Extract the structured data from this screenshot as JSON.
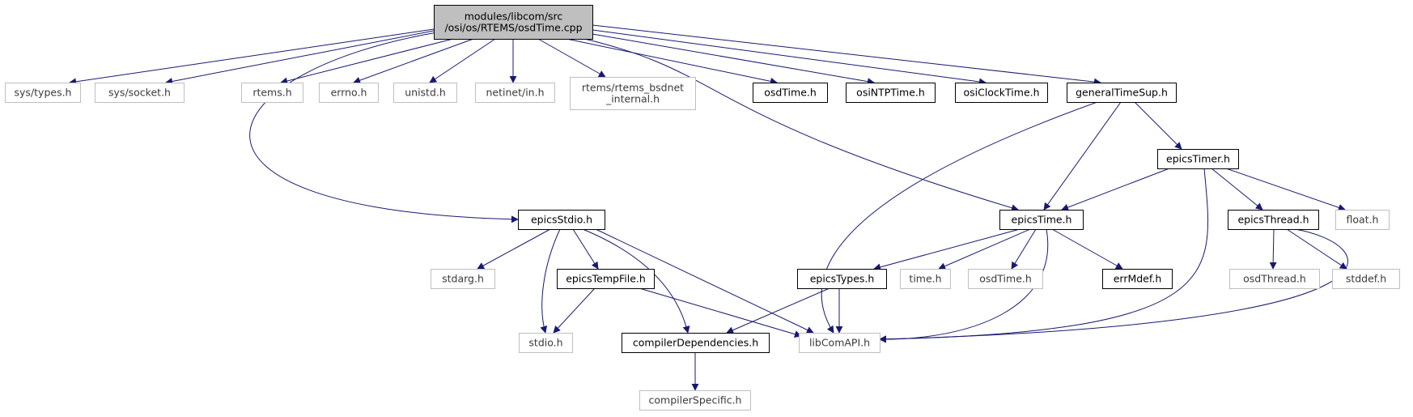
{
  "graph": {
    "colors": {
      "edge": "#191970",
      "root_fill": "#bfbfbf",
      "root_stroke": "#000000",
      "node_stroke": "#000000",
      "external_stroke": "#bfbfbf",
      "fill": "#ffffff"
    },
    "nodes": [
      {
        "id": "root",
        "lines": [
          "modules/libcom/src",
          "/osi/os/RTEMS/osdTime.cpp"
        ],
        "kind": "root"
      },
      {
        "id": "sys_types",
        "lines": [
          "sys/types.h"
        ],
        "kind": "external"
      },
      {
        "id": "sys_socket",
        "lines": [
          "sys/socket.h"
        ],
        "kind": "external"
      },
      {
        "id": "rtems",
        "lines": [
          "rtems.h"
        ],
        "kind": "external"
      },
      {
        "id": "errno",
        "lines": [
          "errno.h"
        ],
        "kind": "external"
      },
      {
        "id": "unistd",
        "lines": [
          "unistd.h"
        ],
        "kind": "external"
      },
      {
        "id": "netinet_in",
        "lines": [
          "netinet/in.h"
        ],
        "kind": "external"
      },
      {
        "id": "rtems_bsdnet",
        "lines": [
          "rtems/rtems_bsdnet",
          "_internal.h"
        ],
        "kind": "external"
      },
      {
        "id": "osdTime_h",
        "lines": [
          "osdTime.h"
        ],
        "kind": "internal"
      },
      {
        "id": "osiNTPTime",
        "lines": [
          "osiNTPTime.h"
        ],
        "kind": "internal"
      },
      {
        "id": "osiClockTime",
        "lines": [
          "osiClockTime.h"
        ],
        "kind": "internal"
      },
      {
        "id": "generalTimeSup",
        "lines": [
          "generalTimeSup.h"
        ],
        "kind": "internal"
      },
      {
        "id": "epicsTimer",
        "lines": [
          "epicsTimer.h"
        ],
        "kind": "internal"
      },
      {
        "id": "epicsStdio",
        "lines": [
          "epicsStdio.h"
        ],
        "kind": "internal"
      },
      {
        "id": "epicsTime",
        "lines": [
          "epicsTime.h"
        ],
        "kind": "internal"
      },
      {
        "id": "epicsThread",
        "lines": [
          "epicsThread.h"
        ],
        "kind": "internal"
      },
      {
        "id": "float",
        "lines": [
          "float.h"
        ],
        "kind": "external"
      },
      {
        "id": "stdarg",
        "lines": [
          "stdarg.h"
        ],
        "kind": "external"
      },
      {
        "id": "epicsTempFile",
        "lines": [
          "epicsTempFile.h"
        ],
        "kind": "internal"
      },
      {
        "id": "epicsTypes",
        "lines": [
          "epicsTypes.h"
        ],
        "kind": "internal"
      },
      {
        "id": "time",
        "lines": [
          "time.h"
        ],
        "kind": "external"
      },
      {
        "id": "osdTime_ext",
        "lines": [
          "osdTime.h"
        ],
        "kind": "external"
      },
      {
        "id": "errMdef",
        "lines": [
          "errMdef.h"
        ],
        "kind": "internal"
      },
      {
        "id": "osdThread",
        "lines": [
          "osdThread.h"
        ],
        "kind": "external"
      },
      {
        "id": "stddef",
        "lines": [
          "stddef.h"
        ],
        "kind": "external"
      },
      {
        "id": "stdio",
        "lines": [
          "stdio.h"
        ],
        "kind": "external"
      },
      {
        "id": "compilerDependencies",
        "lines": [
          "compilerDependencies.h"
        ],
        "kind": "internal"
      },
      {
        "id": "libComAPI",
        "lines": [
          "libComAPI.h"
        ],
        "kind": "external"
      },
      {
        "id": "compilerSpecific",
        "lines": [
          "compilerSpecific.h"
        ],
        "kind": "external"
      }
    ],
    "edges": [
      {
        "from": "root",
        "to": "sys_types"
      },
      {
        "from": "root",
        "to": "sys_socket"
      },
      {
        "from": "root",
        "to": "rtems"
      },
      {
        "from": "root",
        "to": "errno"
      },
      {
        "from": "root",
        "to": "unistd"
      },
      {
        "from": "root",
        "to": "netinet_in"
      },
      {
        "from": "root",
        "to": "rtems_bsdnet"
      },
      {
        "from": "root",
        "to": "osdTime_h"
      },
      {
        "from": "root",
        "to": "osiNTPTime"
      },
      {
        "from": "root",
        "to": "osiClockTime"
      },
      {
        "from": "root",
        "to": "generalTimeSup"
      },
      {
        "from": "root",
        "to": "epicsStdio"
      },
      {
        "from": "root",
        "to": "epicsTime"
      },
      {
        "from": "generalTimeSup",
        "to": "epicsTime"
      },
      {
        "from": "generalTimeSup",
        "to": "epicsTimer"
      },
      {
        "from": "generalTimeSup",
        "to": "libComAPI"
      },
      {
        "from": "epicsTimer",
        "to": "epicsTime"
      },
      {
        "from": "epicsTimer",
        "to": "epicsThread"
      },
      {
        "from": "epicsTimer",
        "to": "float"
      },
      {
        "from": "epicsTimer",
        "to": "libComAPI"
      },
      {
        "from": "epicsStdio",
        "to": "stdarg"
      },
      {
        "from": "epicsStdio",
        "to": "epicsTempFile"
      },
      {
        "from": "epicsStdio",
        "to": "stdio"
      },
      {
        "from": "epicsStdio",
        "to": "compilerDependencies"
      },
      {
        "from": "epicsStdio",
        "to": "libComAPI"
      },
      {
        "from": "epicsTempFile",
        "to": "stdio"
      },
      {
        "from": "epicsTempFile",
        "to": "libComAPI"
      },
      {
        "from": "epicsTime",
        "to": "epicsTypes"
      },
      {
        "from": "epicsTime",
        "to": "time"
      },
      {
        "from": "epicsTime",
        "to": "osdTime_ext"
      },
      {
        "from": "epicsTime",
        "to": "errMdef"
      },
      {
        "from": "epicsTime",
        "to": "libComAPI"
      },
      {
        "from": "epicsTypes",
        "to": "compilerDependencies"
      },
      {
        "from": "epicsTypes",
        "to": "libComAPI"
      },
      {
        "from": "epicsThread",
        "to": "osdThread"
      },
      {
        "from": "epicsThread",
        "to": "stddef"
      },
      {
        "from": "epicsThread",
        "to": "libComAPI"
      },
      {
        "from": "compilerDependencies",
        "to": "compilerSpecific"
      }
    ]
  }
}
